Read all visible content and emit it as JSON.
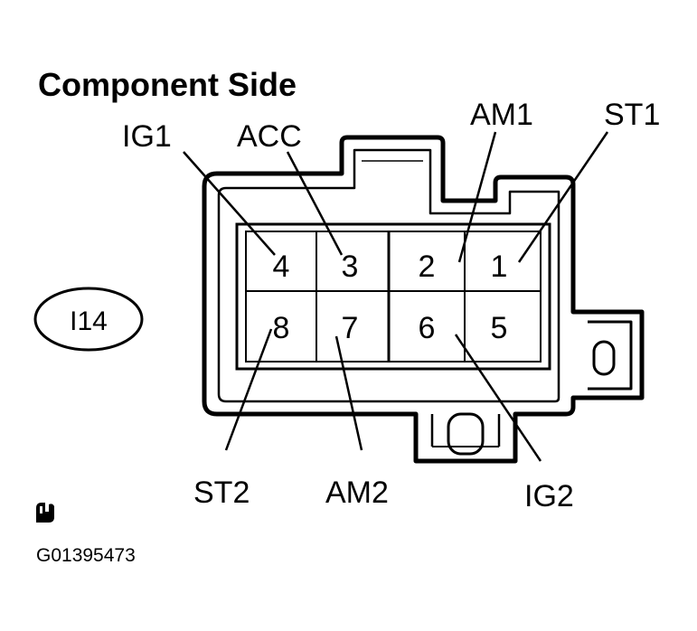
{
  "title": "Component Side",
  "connector_id": "I14",
  "figure_code": "G01395473",
  "icon": "connector-hand-icon",
  "pins": [
    {
      "number": "4",
      "name": "IG1"
    },
    {
      "number": "3",
      "name": "ACC"
    },
    {
      "number": "2",
      "name": "AM1"
    },
    {
      "number": "1",
      "name": "ST1"
    },
    {
      "number": "8",
      "name": "ST2"
    },
    {
      "number": "7",
      "name": "AM2"
    },
    {
      "number": "6",
      "name": "IG2"
    },
    {
      "number": "5",
      "name": ""
    }
  ]
}
